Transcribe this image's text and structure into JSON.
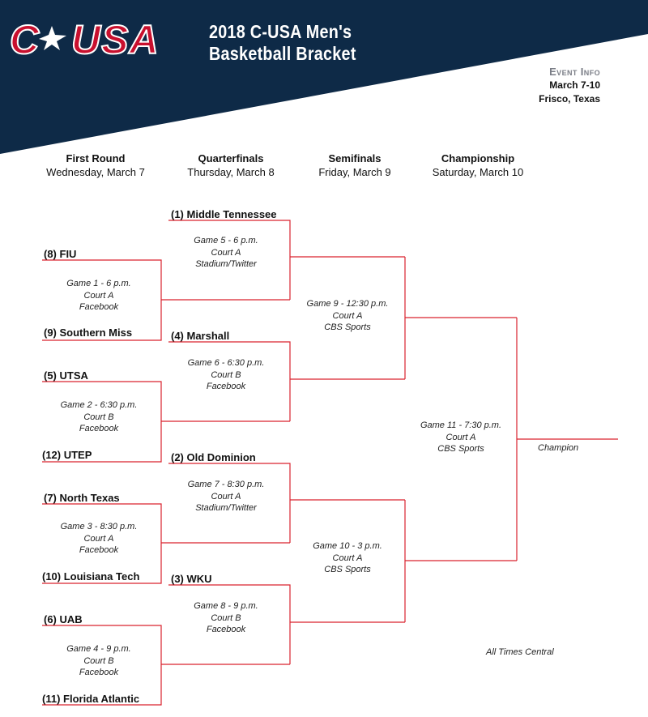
{
  "header": {
    "logo_text": "C-USA",
    "title_line1": "2018 C-USA Men's",
    "title_line2": "Basketball Bracket",
    "event_label": "Event Info",
    "event_dates": "March 7-10",
    "event_location": "Frisco, Texas",
    "colors": {
      "navy": "#0e2a47",
      "red": "#c8102e",
      "line": "#d9232e"
    }
  },
  "rounds": [
    {
      "name": "First Round",
      "date": "Wednesday, March 7"
    },
    {
      "name": "Quarterfinals",
      "date": "Thursday, March 8"
    },
    {
      "name": "Semifinals",
      "date": "Friday, March 9"
    },
    {
      "name": "Championship",
      "date": "Saturday, March 10"
    }
  ],
  "teams": {
    "middle_tennessee": "(1) Middle Tennessee",
    "fiu": "(8) FIU",
    "southern_miss": "(9) Southern Miss",
    "marshall": "(4) Marshall",
    "utsa": "(5) UTSA",
    "utep": "(12) UTEP",
    "old_dominion": "(2) Old Dominion",
    "north_texas": "(7) North Texas",
    "louisiana_tech": "(10) Louisiana Tech",
    "wku": "(3) WKU",
    "uab": "(6) UAB",
    "florida_atlantic": "(11) Florida Atlantic"
  },
  "games": {
    "g1": {
      "time": "Game 1 - 6 p.m.",
      "court": "Court A",
      "tv": "Facebook"
    },
    "g2": {
      "time": "Game 2 - 6:30 p.m.",
      "court": "Court B",
      "tv": "Facebook"
    },
    "g3": {
      "time": "Game 3 - 8:30 p.m.",
      "court": "Court A",
      "tv": "Facebook"
    },
    "g4": {
      "time": "Game 4 - 9 p.m.",
      "court": "Court B",
      "tv": "Facebook"
    },
    "g5": {
      "time": "Game 5 - 6 p.m.",
      "court": "Court A",
      "tv": "Stadium/Twitter"
    },
    "g6": {
      "time": "Game 6 - 6:30 p.m.",
      "court": "Court B",
      "tv": "Facebook"
    },
    "g7": {
      "time": "Game 7 - 8:30 p.m.",
      "court": "Court A",
      "tv": "Stadium/Twitter"
    },
    "g8": {
      "time": "Game 8 - 9 p.m.",
      "court": "Court B",
      "tv": "Facebook"
    },
    "g9": {
      "time": "Game 9 - 12:30 p.m.",
      "court": "Court A",
      "tv": "CBS Sports"
    },
    "g10": {
      "time": "Game 10 - 3 p.m.",
      "court": "Court A",
      "tv": "CBS Sports"
    },
    "g11": {
      "time": "Game 11 - 7:30 p.m.",
      "court": "Court A",
      "tv": "CBS Sports"
    }
  },
  "champion_label": "Champion",
  "times_note": "All Times Central"
}
